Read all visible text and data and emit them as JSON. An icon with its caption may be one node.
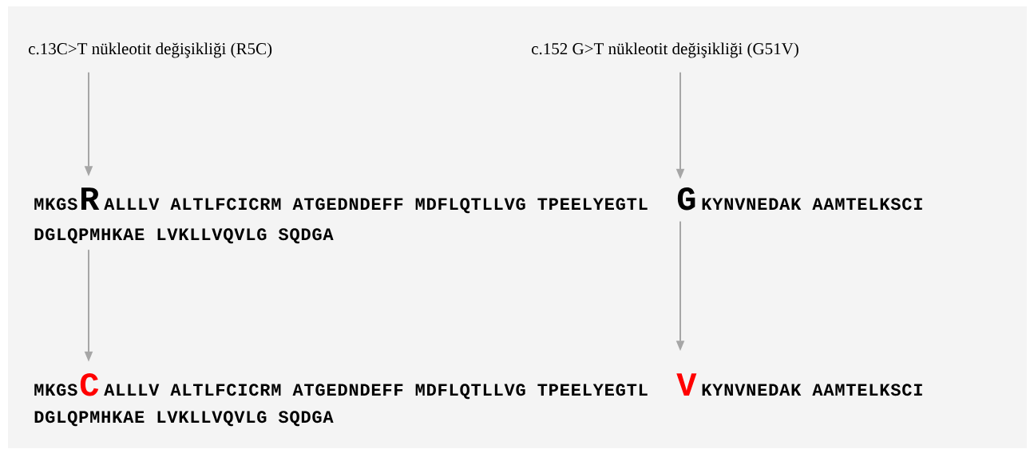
{
  "diagram": {
    "nodes": [
      {
        "text": [
          "c.13C>T nükleotit değişikliği (R5C)"
        ]
      },
      {
        "text": [
          "c.152 G>T nükleotit değişikliği (G51V)"
        ]
      },
      {
        "text": [
          "R"
        ]
      },
      {
        "text": [
          "G"
        ]
      },
      {
        "text": [
          "C"
        ]
      },
      {
        "text": [
          "V"
        ]
      }
    ],
    "edges": [
      {
        "from": 0,
        "to": 2,
        "arrow": "to"
      },
      {
        "from": 1,
        "to": 3,
        "arrow": "to"
      },
      {
        "from": 2,
        "to": 4,
        "arrow": "to"
      },
      {
        "from": 3,
        "to": 5,
        "arrow": "to"
      }
    ],
    "labels": [
      "MKGS",
      "ALLLV ALTLFCICRM ATGEDNDEFF MDFLQTLLVG TPEELYEGTL",
      "KYNVNEDAK AAMTELKSCI",
      "DGLQPMHKAE LVKLLVQVLG SQDGA",
      "MKGS",
      "ALLLV ALTLFCICRM ATGEDNDEFF MDFLQTLLVG TPEELYEGTL",
      "KYNVNEDAK AAMTELKSCI",
      "DGLQPMHKAE LVKLLVQVLG SQDGA"
    ]
  }
}
